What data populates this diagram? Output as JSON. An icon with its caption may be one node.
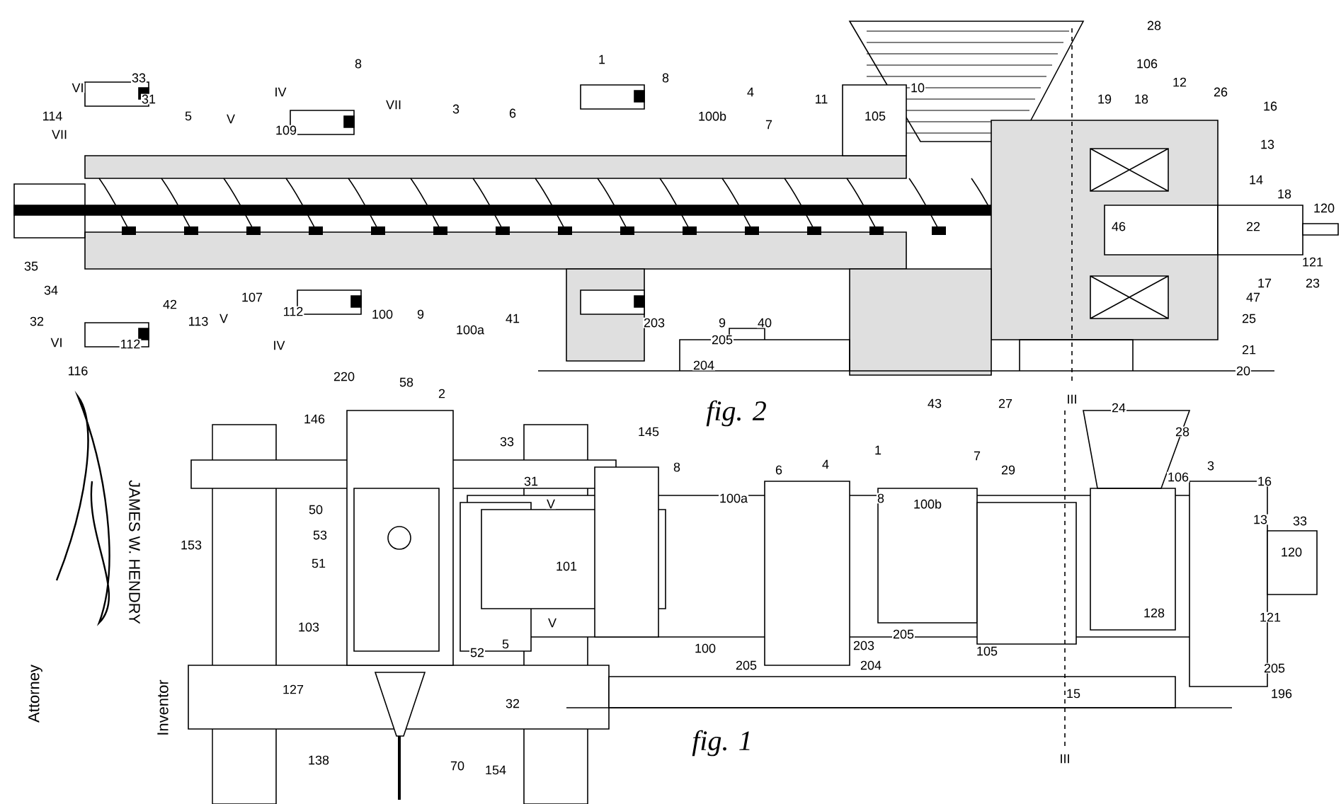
{
  "diagram": {
    "labels": [
      "1",
      "VI",
      "33",
      "31",
      "114",
      "5",
      "V",
      "109",
      "IV",
      "8",
      "VII",
      "3",
      "6",
      "8",
      "VII",
      "100b",
      "4",
      "7",
      "11",
      "105",
      "10",
      "28",
      "106",
      "19",
      "18",
      "12",
      "26",
      "16",
      "13",
      "14",
      "18",
      "120",
      "46",
      "22",
      "35",
      "34",
      "32",
      "42",
      "107",
      "113",
      "V",
      "112",
      "100",
      "9",
      "100a",
      "41",
      "VI",
      "112",
      "IV",
      "116",
      "203",
      "9",
      "40",
      "205",
      "204",
      "121",
      "17",
      "23",
      "47",
      "25",
      "21",
      "20",
      "43",
      "27",
      "III",
      "24",
      "fig. 2",
      "220",
      "58",
      "2",
      "146",
      "33",
      "145",
      "8",
      "31",
      "6",
      "4",
      "1",
      "100a",
      "8",
      "100b",
      "7",
      "29",
      "28",
      "106",
      "3",
      "16",
      "V",
      "13",
      "33",
      "50",
      "153",
      "53",
      "120",
      "51",
      "101",
      "128",
      "121",
      "103",
      "V",
      "52",
      "5",
      "100",
      "203",
      "205",
      "105",
      "205",
      "204",
      "205",
      "127",
      "32",
      "15",
      "196",
      "fig. 1",
      "138",
      "III",
      "70",
      "154",
      "JAMES W. HENDRY",
      "Attorney",
      "Inventor"
    ]
  }
}
